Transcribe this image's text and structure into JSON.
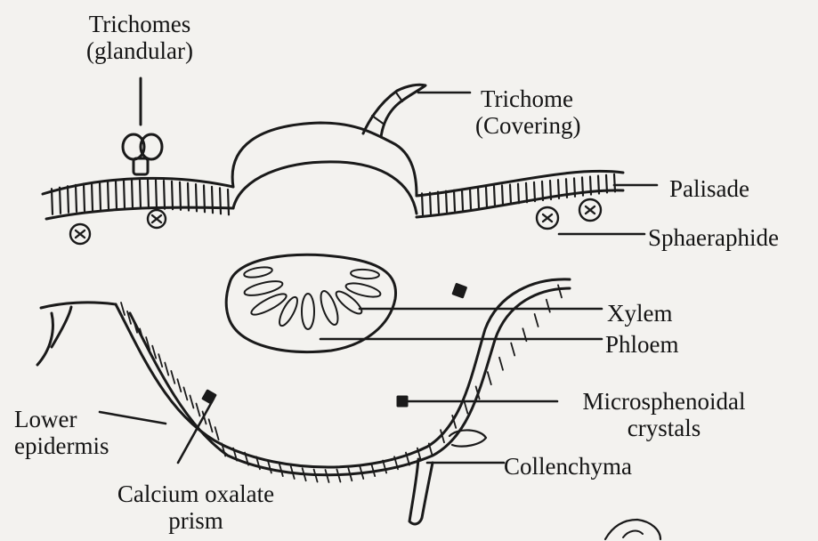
{
  "figure": {
    "labels": {
      "trichomes_glandular": [
        "Trichomes",
        "(glandular)"
      ],
      "trichome_covering": [
        "Trichome",
        "(Covering)"
      ],
      "palisade": "Palisade",
      "sphaeraphide": "Sphaeraphide",
      "xylem": "Xylem",
      "phloem": "Phloem",
      "microsphenoidal_crystals": [
        "Microsphenoidal",
        "crystals"
      ],
      "lower_epidermis": [
        "Lower",
        "epidermis"
      ],
      "collenchyma": "Collenchyma",
      "calcium_oxalate_prism": [
        "Calcium oxalate",
        "prism"
      ]
    },
    "colors": {
      "ink": "#1a1a1a",
      "paper": "#f3f2ef"
    }
  }
}
